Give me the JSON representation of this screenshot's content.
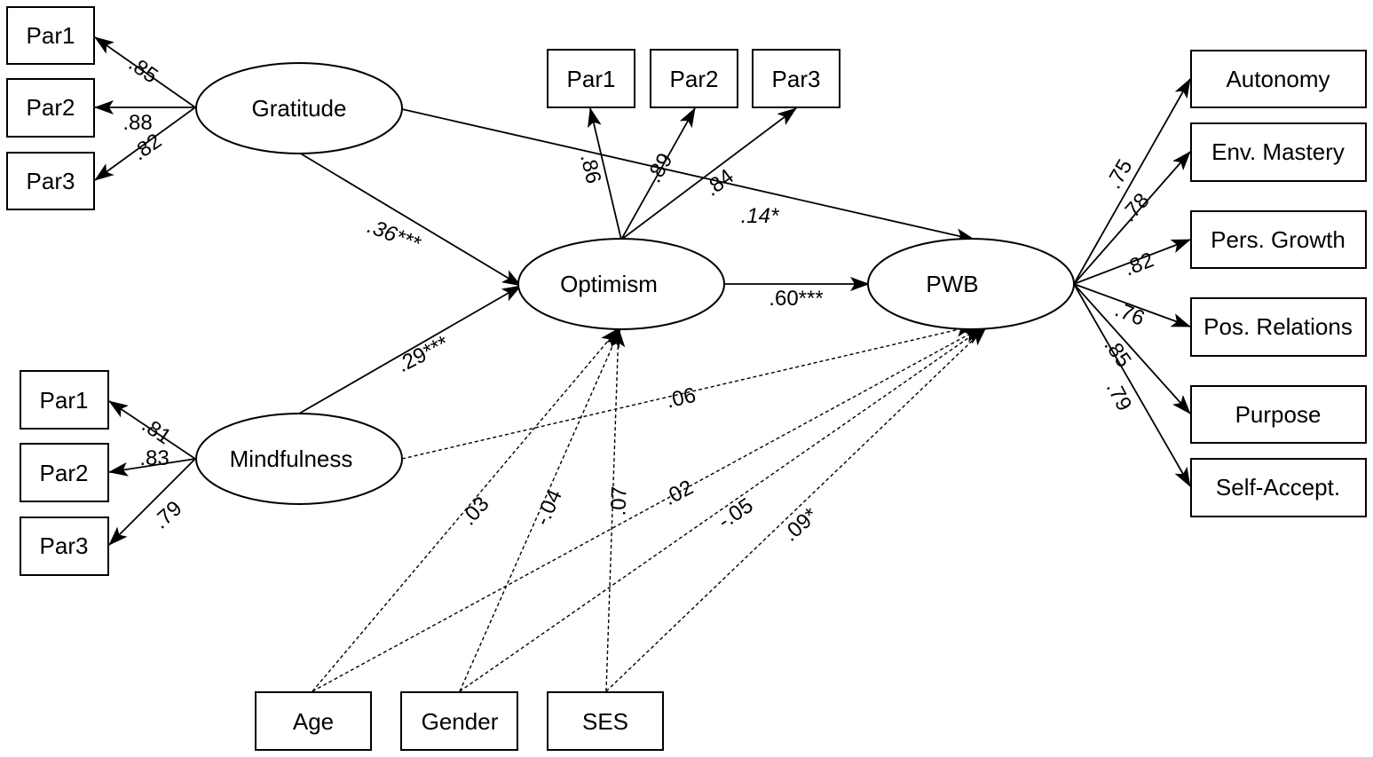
{
  "nodes": {
    "gratitude": {
      "label": "Gratitude"
    },
    "mindfulness": {
      "label": "Mindfulness"
    },
    "optimism": {
      "label": "Optimism"
    },
    "pwb": {
      "label": "PWB"
    },
    "grat_par1": {
      "label": "Par1"
    },
    "grat_par2": {
      "label": "Par2"
    },
    "grat_par3": {
      "label": "Par3"
    },
    "mind_par1": {
      "label": "Par1"
    },
    "mind_par2": {
      "label": "Par2"
    },
    "mind_par3": {
      "label": "Par3"
    },
    "opt_par1": {
      "label": "Par1"
    },
    "opt_par2": {
      "label": "Par2"
    },
    "opt_par3": {
      "label": "Par3"
    },
    "autonomy": {
      "label": "Autonomy"
    },
    "env_mastery": {
      "label": "Env. Mastery"
    },
    "pers_growth": {
      "label": "Pers. Growth"
    },
    "pos_relations": {
      "label": "Pos. Relations"
    },
    "purpose": {
      "label": "Purpose"
    },
    "self_accept": {
      "label": "Self-Accept."
    },
    "age": {
      "label": "Age"
    },
    "gender": {
      "label": "Gender"
    },
    "ses": {
      "label": "SES"
    }
  },
  "loadings": {
    "grat_par1": ".85",
    "grat_par2": ".88",
    "grat_par3": ".82",
    "mind_par1": ".81",
    "mind_par2": ".83",
    "mind_par3": ".79",
    "opt_par1": ".86",
    "opt_par2": ".89",
    "opt_par3": ".84",
    "autonomy": ".75",
    "env_mastery": ".78",
    "pers_growth": ".82",
    "pos_relations": ".76",
    "purpose": ".85",
    "self_accept": ".79"
  },
  "paths": {
    "grat_to_opt": ".36***",
    "mind_to_opt": ".29***",
    "opt_to_pwb": ".60***",
    "grat_to_pwb": ".14*",
    "mind_to_pwb": ".06",
    "age_to_opt": ".03",
    "gender_to_opt": "-.04",
    "ses_to_opt": ".07",
    "age_to_pwb": ".02",
    "gender_to_pwb": "-.05",
    "ses_to_pwb": ".09*"
  }
}
